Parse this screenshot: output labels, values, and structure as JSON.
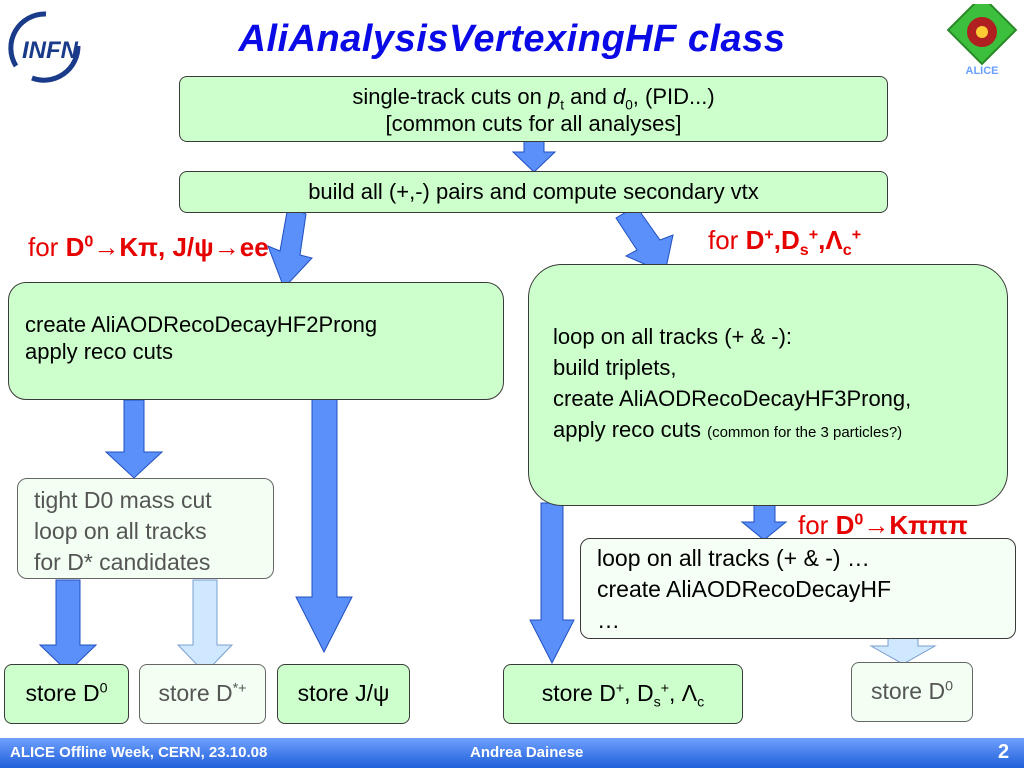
{
  "slide": {
    "title": "AliAnalysisVertexingHF class",
    "logo_left_text": "INFN",
    "logo_right_text": "ALICE"
  },
  "boxes": {
    "single_track": {
      "t1": "single-track cuts on ",
      "t2": "p",
      "t3": "t",
      "t4": " and ",
      "t5": "d",
      "t6": "0",
      "t7": ", (PID...)",
      "line2": "[common cuts for all analyses]"
    },
    "pairs": "build all (+,-) pairs and compute secondary vtx",
    "two_prong": {
      "line1": "create AliAODRecoDecayHF2Prong",
      "line2": "apply reco cuts"
    },
    "three_prong": {
      "line1": "loop on all tracks (+ & -):",
      "line2": "build triplets,",
      "line3": "create AliAODRecoDecayHF3Prong,",
      "line4": "apply reco cuts",
      "note": "(common for the 3 particles?)"
    },
    "dstar": {
      "line1": "tight D0 mass cut",
      "line2": "loop on all tracks",
      "line3": "for D* candidates"
    },
    "four_prong": {
      "line1": "loop on all tracks (+ & -) …",
      "line2": "create AliAODRecoDecayHF",
      "line3": "…"
    },
    "store_d0": {
      "t1": "store D",
      "t2": "0"
    },
    "store_dstar": {
      "t1": "store D",
      "t2": "*+"
    },
    "store_jpsi": {
      "t1": "store J/",
      "t2": "ψ"
    },
    "store_dplus": {
      "t1": "store D",
      "t2": "+",
      "t3": ", D",
      "t4": "s",
      "t5": "+",
      "t6": ", ",
      "t7": "Λ",
      "t8": "c"
    },
    "store_d0_right": {
      "t1": "store D",
      "t2": "0"
    }
  },
  "labels": {
    "for_2prong": {
      "t1": "for ",
      "t2": "D",
      "t3": "0",
      "t4": "→",
      "t5": "Kπ, J/ψ",
      "t6": "→",
      "t7": "ee"
    },
    "for_3prong": {
      "t1": "for ",
      "t2": "D",
      "t3": "+",
      "t4": ",D",
      "t5": "s",
      "t6": "+",
      "t7": ",Λ",
      "t8": "c",
      "t9": "+"
    },
    "for_4prong": {
      "t1": "for ",
      "t2": "D",
      "t3": "0",
      "t4": "→",
      "t5": "Kπππ"
    }
  },
  "footer": {
    "left": "ALICE Offline Week, CERN, 23.10.08",
    "center": "Andrea Dainese",
    "page": "2"
  },
  "colors": {
    "title": "#0a0ae6",
    "box_fill": "#ccffcc",
    "arrow": "#5b8ff9",
    "arrow_light": "#cfe7ff",
    "label_red": "#e60000",
    "footer": "#1f5fd8"
  }
}
